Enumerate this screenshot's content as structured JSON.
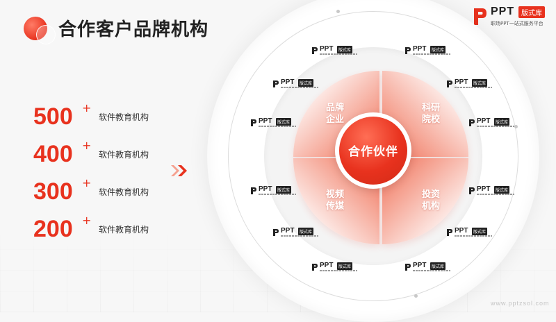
{
  "header": {
    "title": "合作客户品牌机构"
  },
  "brand": {
    "name": "PPT",
    "tag": "版式库",
    "subtitle": "职场PPT一站式服务平台"
  },
  "stats": [
    {
      "value": "500",
      "plus": "+",
      "label": "软件教育机构"
    },
    {
      "value": "400",
      "plus": "+",
      "label": "软件教育机构"
    },
    {
      "value": "300",
      "plus": "+",
      "label": "软件教育机构"
    },
    {
      "value": "200",
      "plus": "+",
      "label": "软件教育机构"
    }
  ],
  "diagram": {
    "center": "合作伙伴",
    "petals": [
      {
        "line1": "品牌",
        "line2": "企业"
      },
      {
        "line1": "科研",
        "line2": "院校"
      },
      {
        "line1": "视频",
        "line2": "传媒"
      },
      {
        "line1": "投资",
        "line2": "机构"
      }
    ]
  },
  "partner_logo": {
    "name": "PPT",
    "tag": "版式库"
  },
  "watermark": "www.pptzsol.com",
  "colors": {
    "accent": "#e8321e",
    "text": "#222222",
    "background": "#f7f7f7"
  }
}
